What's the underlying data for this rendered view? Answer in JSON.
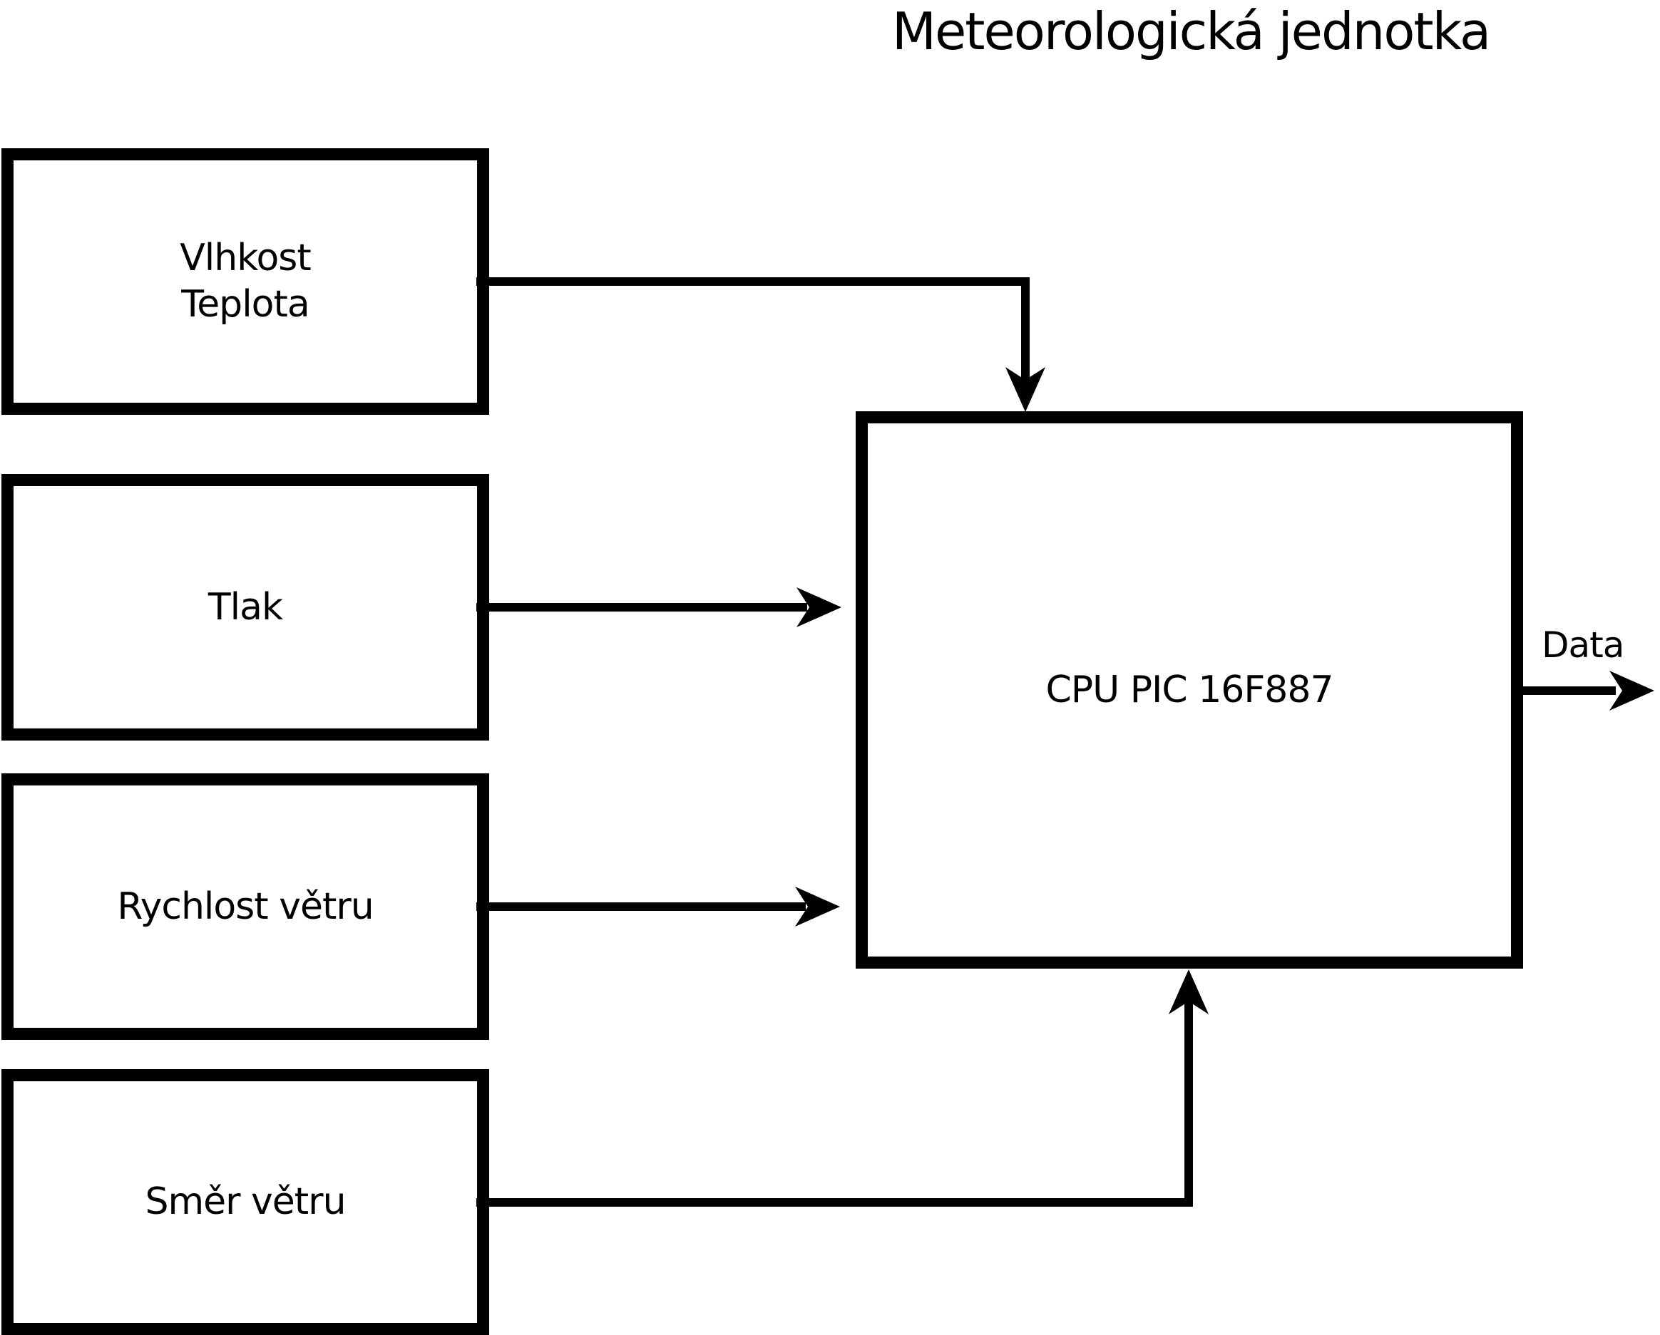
{
  "title": "Meteorologická jednotka",
  "nodes": [
    {
      "id": "vlhkost-teplota",
      "lines": [
        "Vlhkost",
        "Teplota"
      ]
    },
    {
      "id": "tlak",
      "lines": [
        "Tlak"
      ]
    },
    {
      "id": "rychlost-vetru",
      "lines": [
        "Rychlost větru"
      ]
    },
    {
      "id": "smer-vetru",
      "lines": [
        "Směr větru"
      ]
    },
    {
      "id": "cpu",
      "lines": [
        "CPU PIC 16F887"
      ]
    }
  ],
  "output": {
    "label": "Data"
  },
  "edges": [
    {
      "from": "vlhkost-teplota",
      "to": "cpu",
      "enters": "top"
    },
    {
      "from": "tlak",
      "to": "cpu",
      "enters": "left"
    },
    {
      "from": "rychlost-vetru",
      "to": "cpu",
      "enters": "left"
    },
    {
      "from": "smer-vetru",
      "to": "cpu",
      "enters": "bottom"
    },
    {
      "from": "cpu",
      "to": "Data",
      "exits": "right"
    }
  ],
  "colors": {
    "line": "#000000",
    "background": "#ffffff",
    "text": "#000000"
  }
}
